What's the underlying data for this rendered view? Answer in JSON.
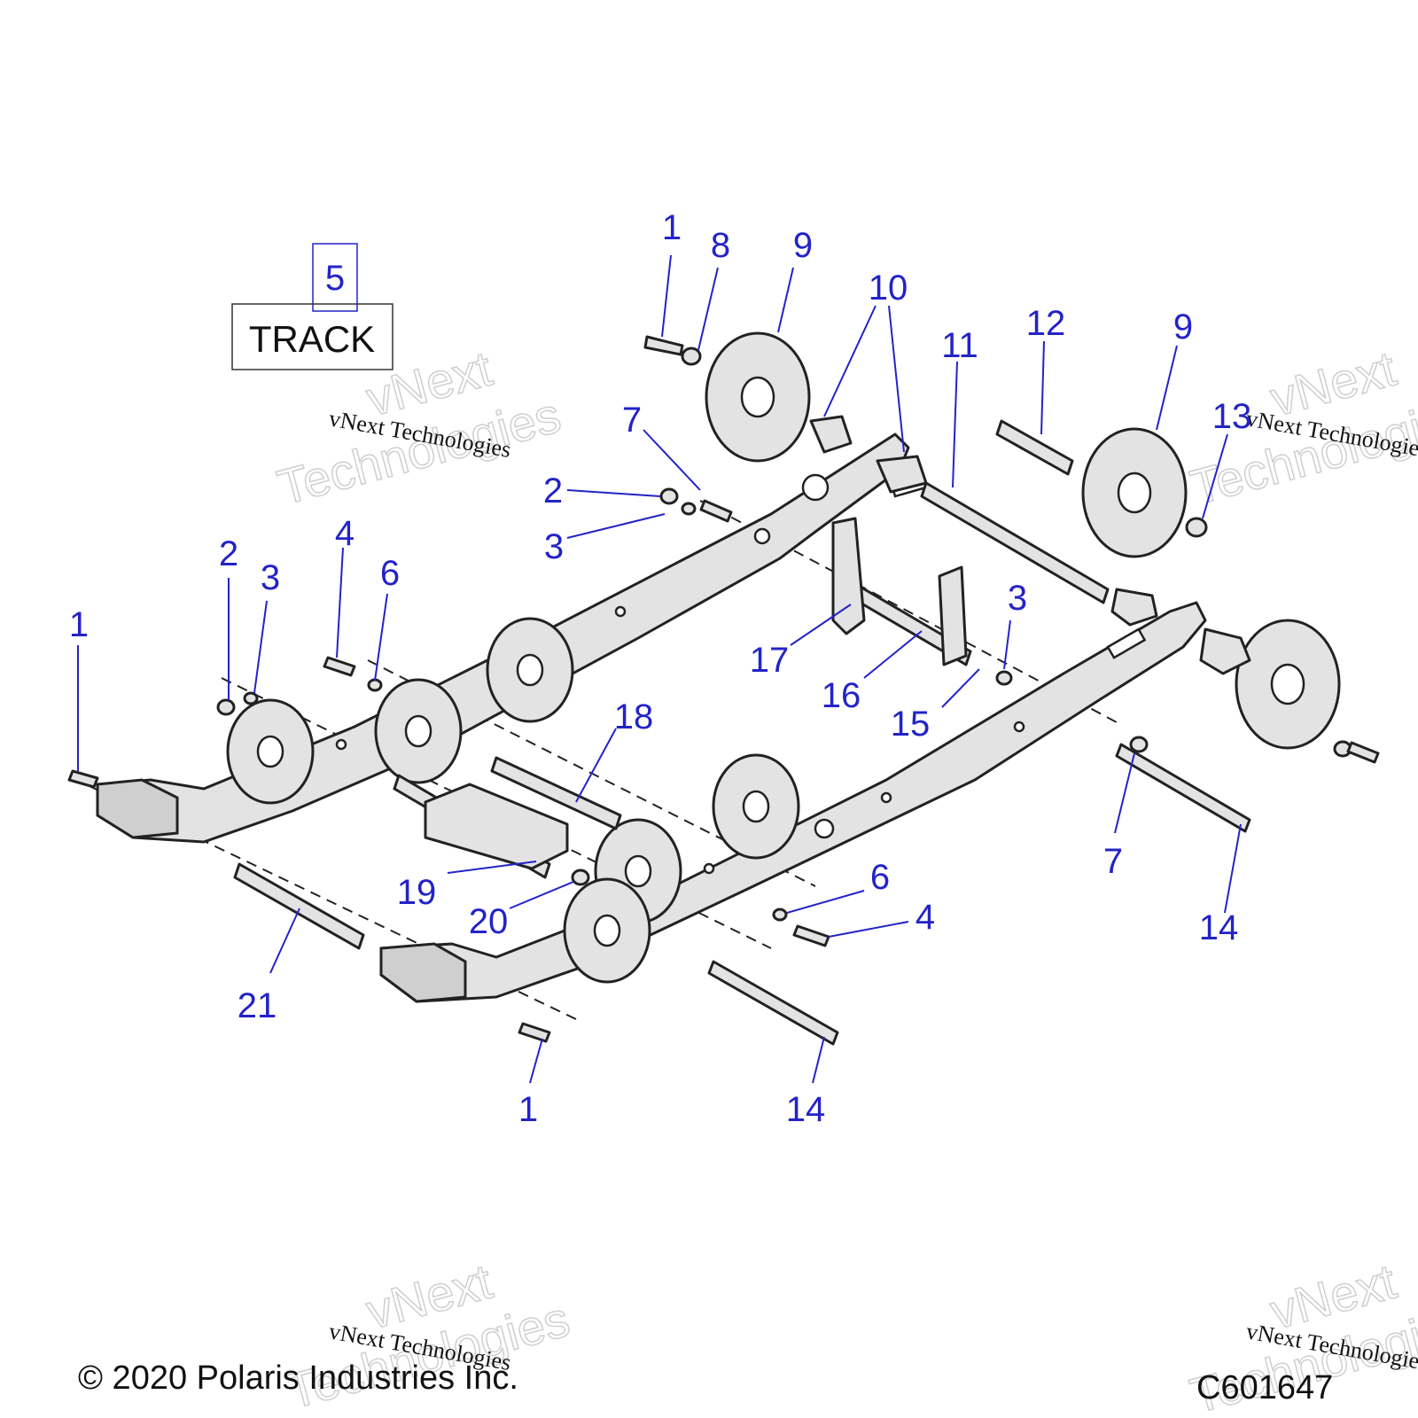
{
  "callouts": {
    "c1a": "1",
    "c8": "8",
    "c9a": "9",
    "c10": "10",
    "c11": "11",
    "c12": "12",
    "c9b": "9",
    "c13": "13",
    "c7a": "7",
    "c2a": "2",
    "c3a": "3",
    "c2b": "2",
    "c3b": "3",
    "c4a": "4",
    "c6a": "6",
    "c1b": "1",
    "c3c": "3",
    "c17": "17",
    "c16": "16",
    "c15": "15",
    "c18": "18",
    "c7b": "7",
    "c14a": "14",
    "c6b": "6",
    "c4b": "4",
    "c19": "19",
    "c20": "20",
    "c21": "21",
    "c1c": "1",
    "c14b": "14",
    "c5": "5"
  },
  "track_label": "TRACK",
  "footer": {
    "copyright": "© 2020 Polaris Industries Inc.",
    "diagram_id": "C601647"
  },
  "watermark": {
    "brand": "vNext",
    "brand2": "Technologies",
    "line": "vNext Technologies"
  },
  "colors": {
    "callout": "#2323c8",
    "line": "#222222",
    "part_fill": "#e3e3e3"
  }
}
